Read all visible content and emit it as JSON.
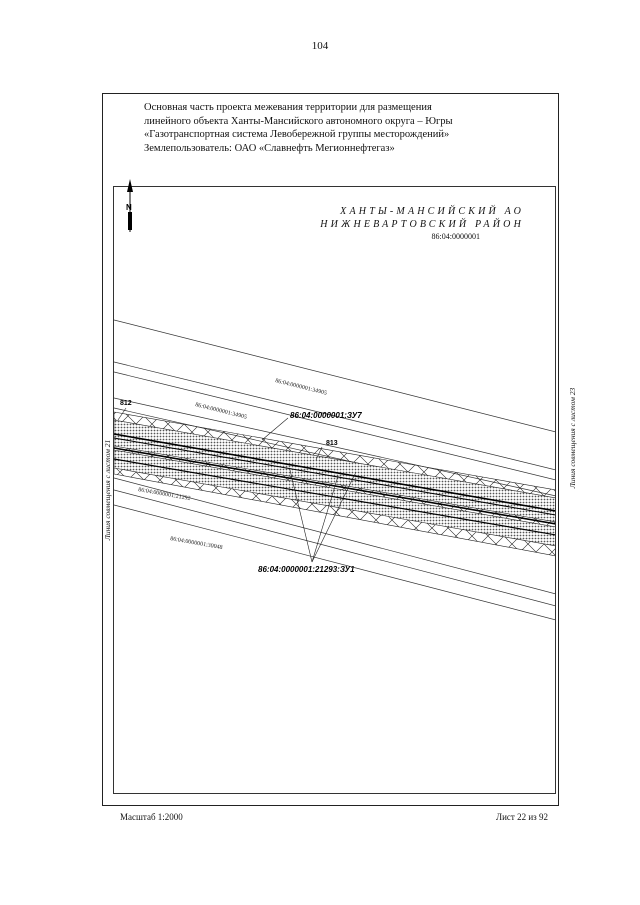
{
  "page_number": "104",
  "header": {
    "line1": "Основная часть проекта межевания территории для размещения",
    "line2": "линейного объекта Ханты-Мансийского автономного округа – Югры",
    "line3": "«Газотранспортная система Левобережной группы месторождений»",
    "line4": "Землепользователь: ОАО «Славнефть Мегионнефтегаз»"
  },
  "map": {
    "north_label": "N",
    "region_line1": "ХАНТЫ-МАНСИЙСКИЙ АО",
    "region_line2": "НИЖНЕВАРТОВСКИЙ РАЙОН",
    "region_code": "86:04:0000001",
    "parcel_labels": {
      "upper_road": "86:04:0000001:34905",
      "mid_road": "86:04:0000001:34905",
      "plot_zu7": "86:04:0000001:ЗУ7",
      "lower_parcel": "86:04:0000001:21292",
      "bottom_parcel": "86:04:0000001:30048",
      "plot_zu1": "86:04:0000001:21293:ЗУ1"
    },
    "points": {
      "p812": "812",
      "p813": "813"
    },
    "side_left": "Линия совмещения с листом 21",
    "side_right": "Линия совмещения с листом 23"
  },
  "footer": {
    "scale": "Масштаб 1:2000",
    "sheet": "Лист 22 из 92"
  }
}
